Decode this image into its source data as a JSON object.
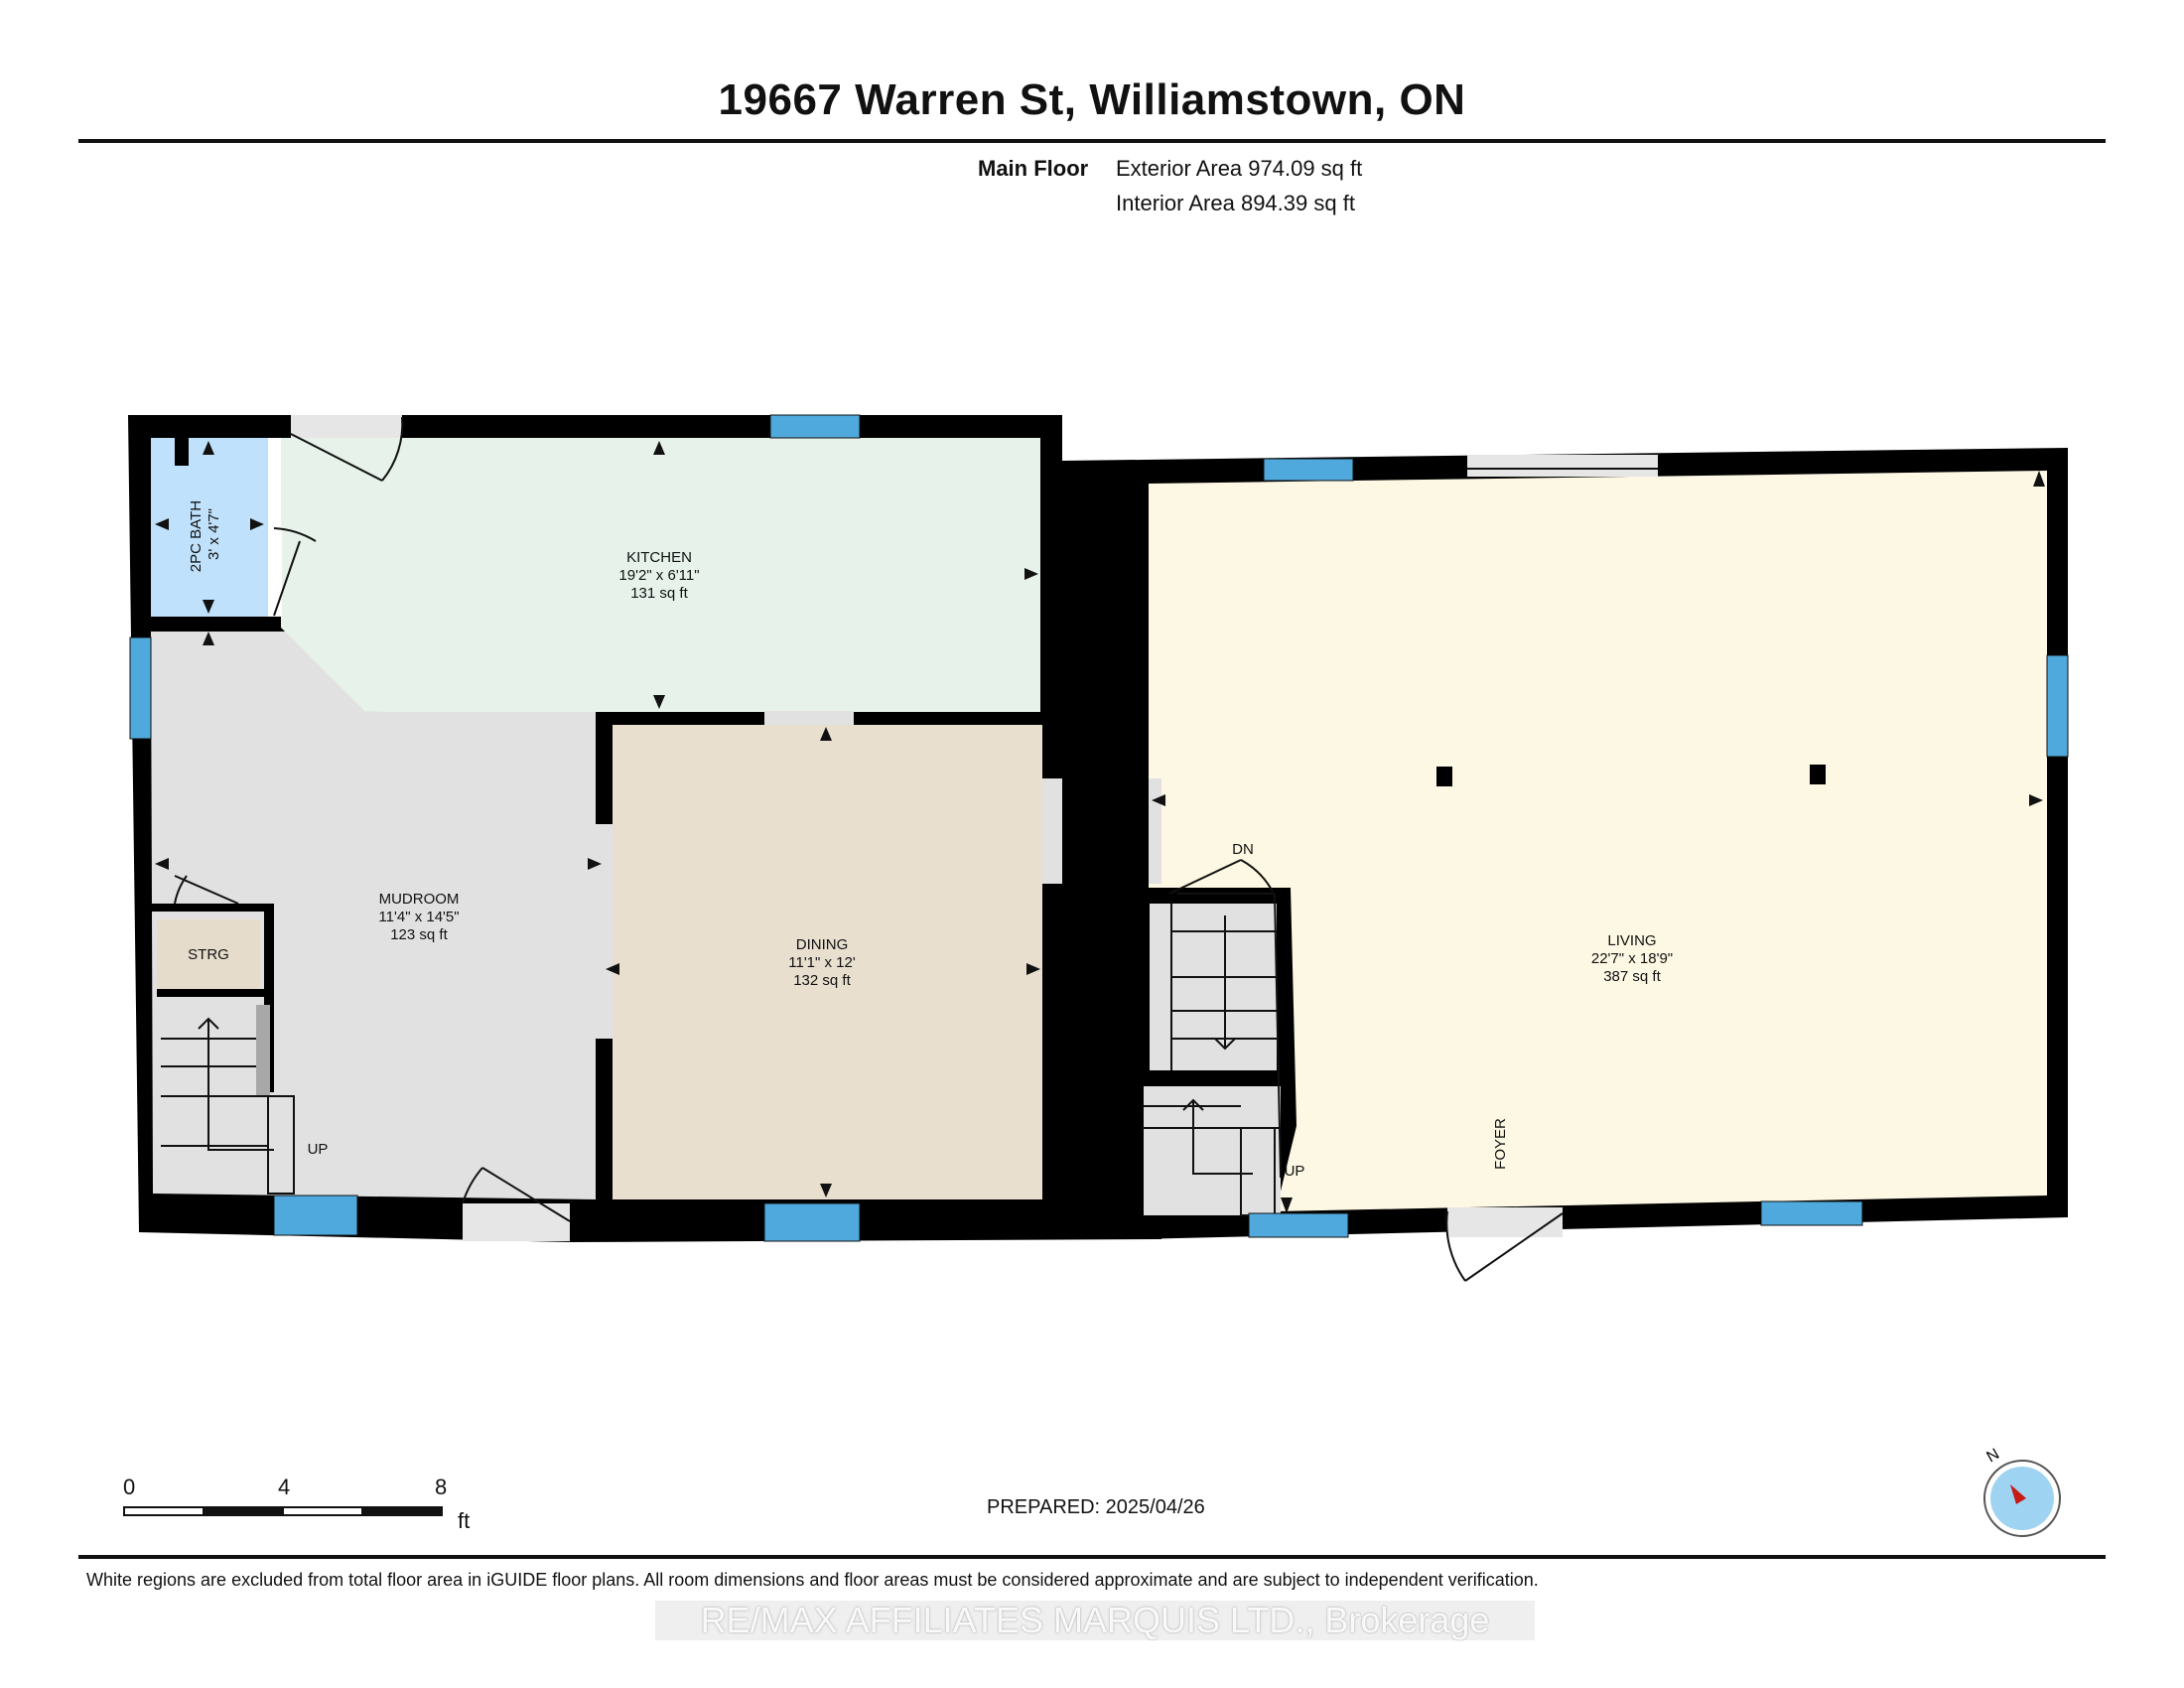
{
  "header": {
    "title": "19667 Warren St, Williamstown, ON",
    "floor_label": "Main Floor",
    "exterior_area": "Exterior Area 974.09 sq ft",
    "interior_area": "Interior Area 894.39 sq ft"
  },
  "rooms": {
    "bath": {
      "name": "2PC BATH",
      "dims": "3' x 4'7\""
    },
    "kitchen": {
      "name": "KITCHEN",
      "dims": "19'2\" x 6'11\"",
      "area": "131 sq ft"
    },
    "mudroom": {
      "name": "MUDROOM",
      "dims": "11'4\" x 14'5\"",
      "area": "123 sq ft"
    },
    "dining": {
      "name": "DINING",
      "dims": "11'1\" x 12'",
      "area": "132 sq ft"
    },
    "living": {
      "name": "LIVING",
      "dims": "22'7\" x 18'9\"",
      "area": "387 sq ft"
    },
    "storage": {
      "name": "STRG"
    },
    "foyer": {
      "name": "FOYER"
    }
  },
  "stairs": {
    "up_left": "UP",
    "up_right": "UP",
    "down": "DN"
  },
  "scale": {
    "ticks": [
      "0",
      "4",
      "8"
    ],
    "unit": "ft"
  },
  "prepared": "PREPARED: 2025/04/26",
  "compass_label": "N",
  "disclaimer": "White regions are excluded from total floor area in iGUIDE floor plans. All room dimensions and floor areas must be considered approximate and are subject to independent verification.",
  "watermark": "RE/MAX AFFILIATES MARQUIS LTD., Brokerage",
  "colors": {
    "wall": "#000000",
    "kitchen": "#e6f2ea",
    "bath": "#bfe1fb",
    "dining": "#e8dfcf",
    "living": "#fdf8e3",
    "mudroom": "#e1e1e1",
    "storage": "#e6dccb",
    "window": "#4fa9dc",
    "compass_arrow": "#e2231a"
  }
}
